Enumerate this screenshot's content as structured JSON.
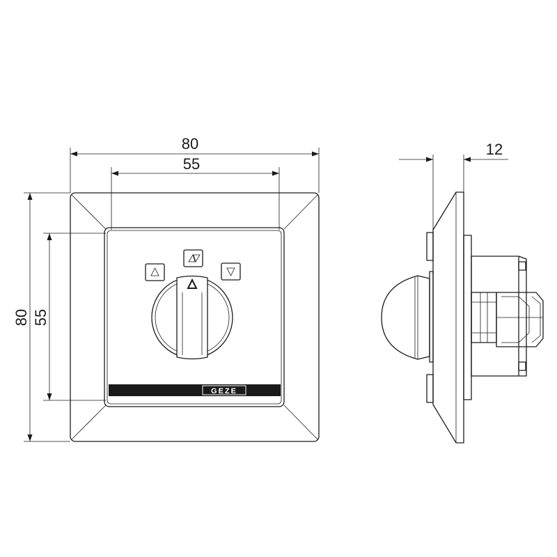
{
  "dimensions": {
    "front_width_outer": "80",
    "front_width_inner": "55",
    "front_height_outer": "80",
    "front_height_inner": "55",
    "side_depth": "12"
  },
  "brand": {
    "logo": "GEZE"
  },
  "colors": {
    "line": "#1a1a1a",
    "background": "#ffffff",
    "brand_bar": "#1a1a1a"
  },
  "icons": {
    "left_button": "triangle-up-icon",
    "center_button": "double-triangle-icon",
    "right_button": "triangle-down-icon",
    "knob_marker": "triangle-up-icon"
  }
}
